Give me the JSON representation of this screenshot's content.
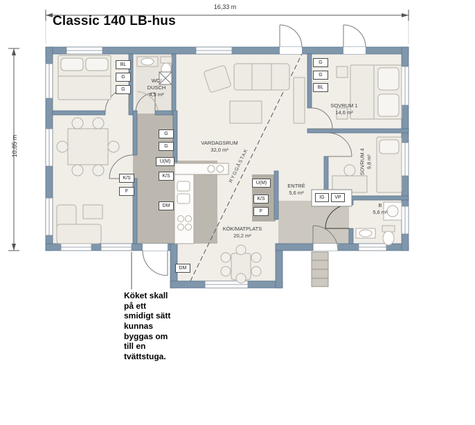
{
  "title": "Classic 140 LB-hus",
  "dimensions": {
    "width": "16,33 m",
    "height": "10,85 m"
  },
  "rooms": {
    "wc": {
      "name_line1": "WC/",
      "name_line2": "DUSCH",
      "area": "4,5 m²"
    },
    "vardagsrum": {
      "name": "VARDAGSRUM",
      "area": "32,0 m²"
    },
    "sovrum1": {
      "name": "SOVRUM 1",
      "area": "14,6 m²"
    },
    "sovrum4": {
      "name": "SOVRUM 4",
      "area": "9,8 m²"
    },
    "entre": {
      "name": "ENTRÉ",
      "area": "5,6 m²"
    },
    "kok": {
      "name": "KÖK/MATPLATS",
      "area": "20,2 m²"
    },
    "bad": {
      "name": "B",
      "area": "5,6 m²"
    }
  },
  "ridge_label": "RYGGÅSTAK",
  "fixtures": [
    "BL",
    "G",
    "G",
    "G",
    "G",
    "U(M)",
    "K/S",
    "F",
    "K/S",
    "DM",
    "U(M)",
    "K/S",
    "F",
    "DM",
    "G",
    "G",
    "BL",
    "IG",
    "VP"
  ],
  "note": "Köket skall\npå ett\nsmidigt sätt\nkunnas\nbyggas om\ntill en\ntvättstuga."
}
